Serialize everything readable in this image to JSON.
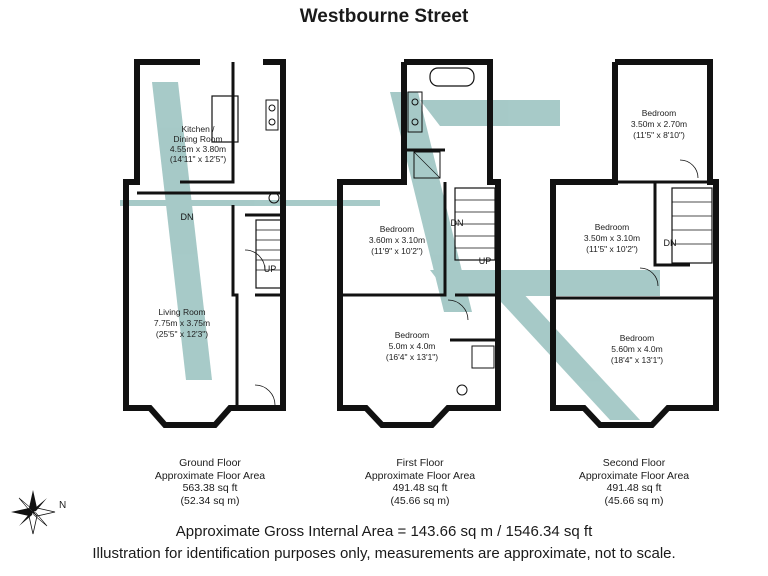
{
  "title": "Westbourne Street",
  "floors": [
    {
      "caption": {
        "name": "Ground Floor",
        "area_label": "Approximate Floor Area",
        "sqft": "563.38 sq ft",
        "sqm": "(52.34 sq m)"
      },
      "rooms": [
        {
          "name": "Kitchen /",
          "name2": "Dining Room",
          "metric": "4.55m x 3.80m",
          "imperial": "(14'11\" x 12'5\")"
        },
        {
          "name": "Living Room",
          "metric": "7.75m x 3.75m",
          "imperial": "(25'5\" x 12'3\")"
        }
      ],
      "marks": {
        "dn": "DN",
        "up": "UP"
      }
    },
    {
      "caption": {
        "name": "First Floor",
        "area_label": "Approximate Floor Area",
        "sqft": "491.48 sq ft",
        "sqm": "(45.66 sq m)"
      },
      "rooms": [
        {
          "name": "Bedroom",
          "metric": "3.60m x 3.10m",
          "imperial": "(11'9\" x 10'2\")"
        },
        {
          "name": "Bedroom",
          "metric": "5.0m x 4.0m",
          "imperial": "(16'4\" x 13'1\")"
        }
      ],
      "marks": {
        "dn": "DN",
        "up": "UP"
      }
    },
    {
      "caption": {
        "name": "Second Floor",
        "area_label": "Approximate Floor Area",
        "sqft": "491.48 sq ft",
        "sqm": "(45.66 sq m)"
      },
      "rooms": [
        {
          "name": "Bedroom",
          "metric": "3.50m x 2.70m",
          "imperial": "(11'5\" x 8'10\")"
        },
        {
          "name": "Bedroom",
          "metric": "3.50m x 3.10m",
          "imperial": "(11'5\" x 10'2\")"
        },
        {
          "name": "Bedroom",
          "metric": "5.60m x 4.0m",
          "imperial": "(18'4\" x 13'1\")"
        }
      ],
      "marks": {
        "dn": "DN"
      }
    }
  ],
  "compass_label": "N",
  "gross_area": "Approximate Gross Internal Area = 143.66 sq m / 1546.34 sq ft",
  "disclaimer": "Illustration for identification purposes only, measurements are approximate, not to scale.",
  "colors": {
    "wall": "#111111",
    "watermark": "#5f9e9a"
  }
}
